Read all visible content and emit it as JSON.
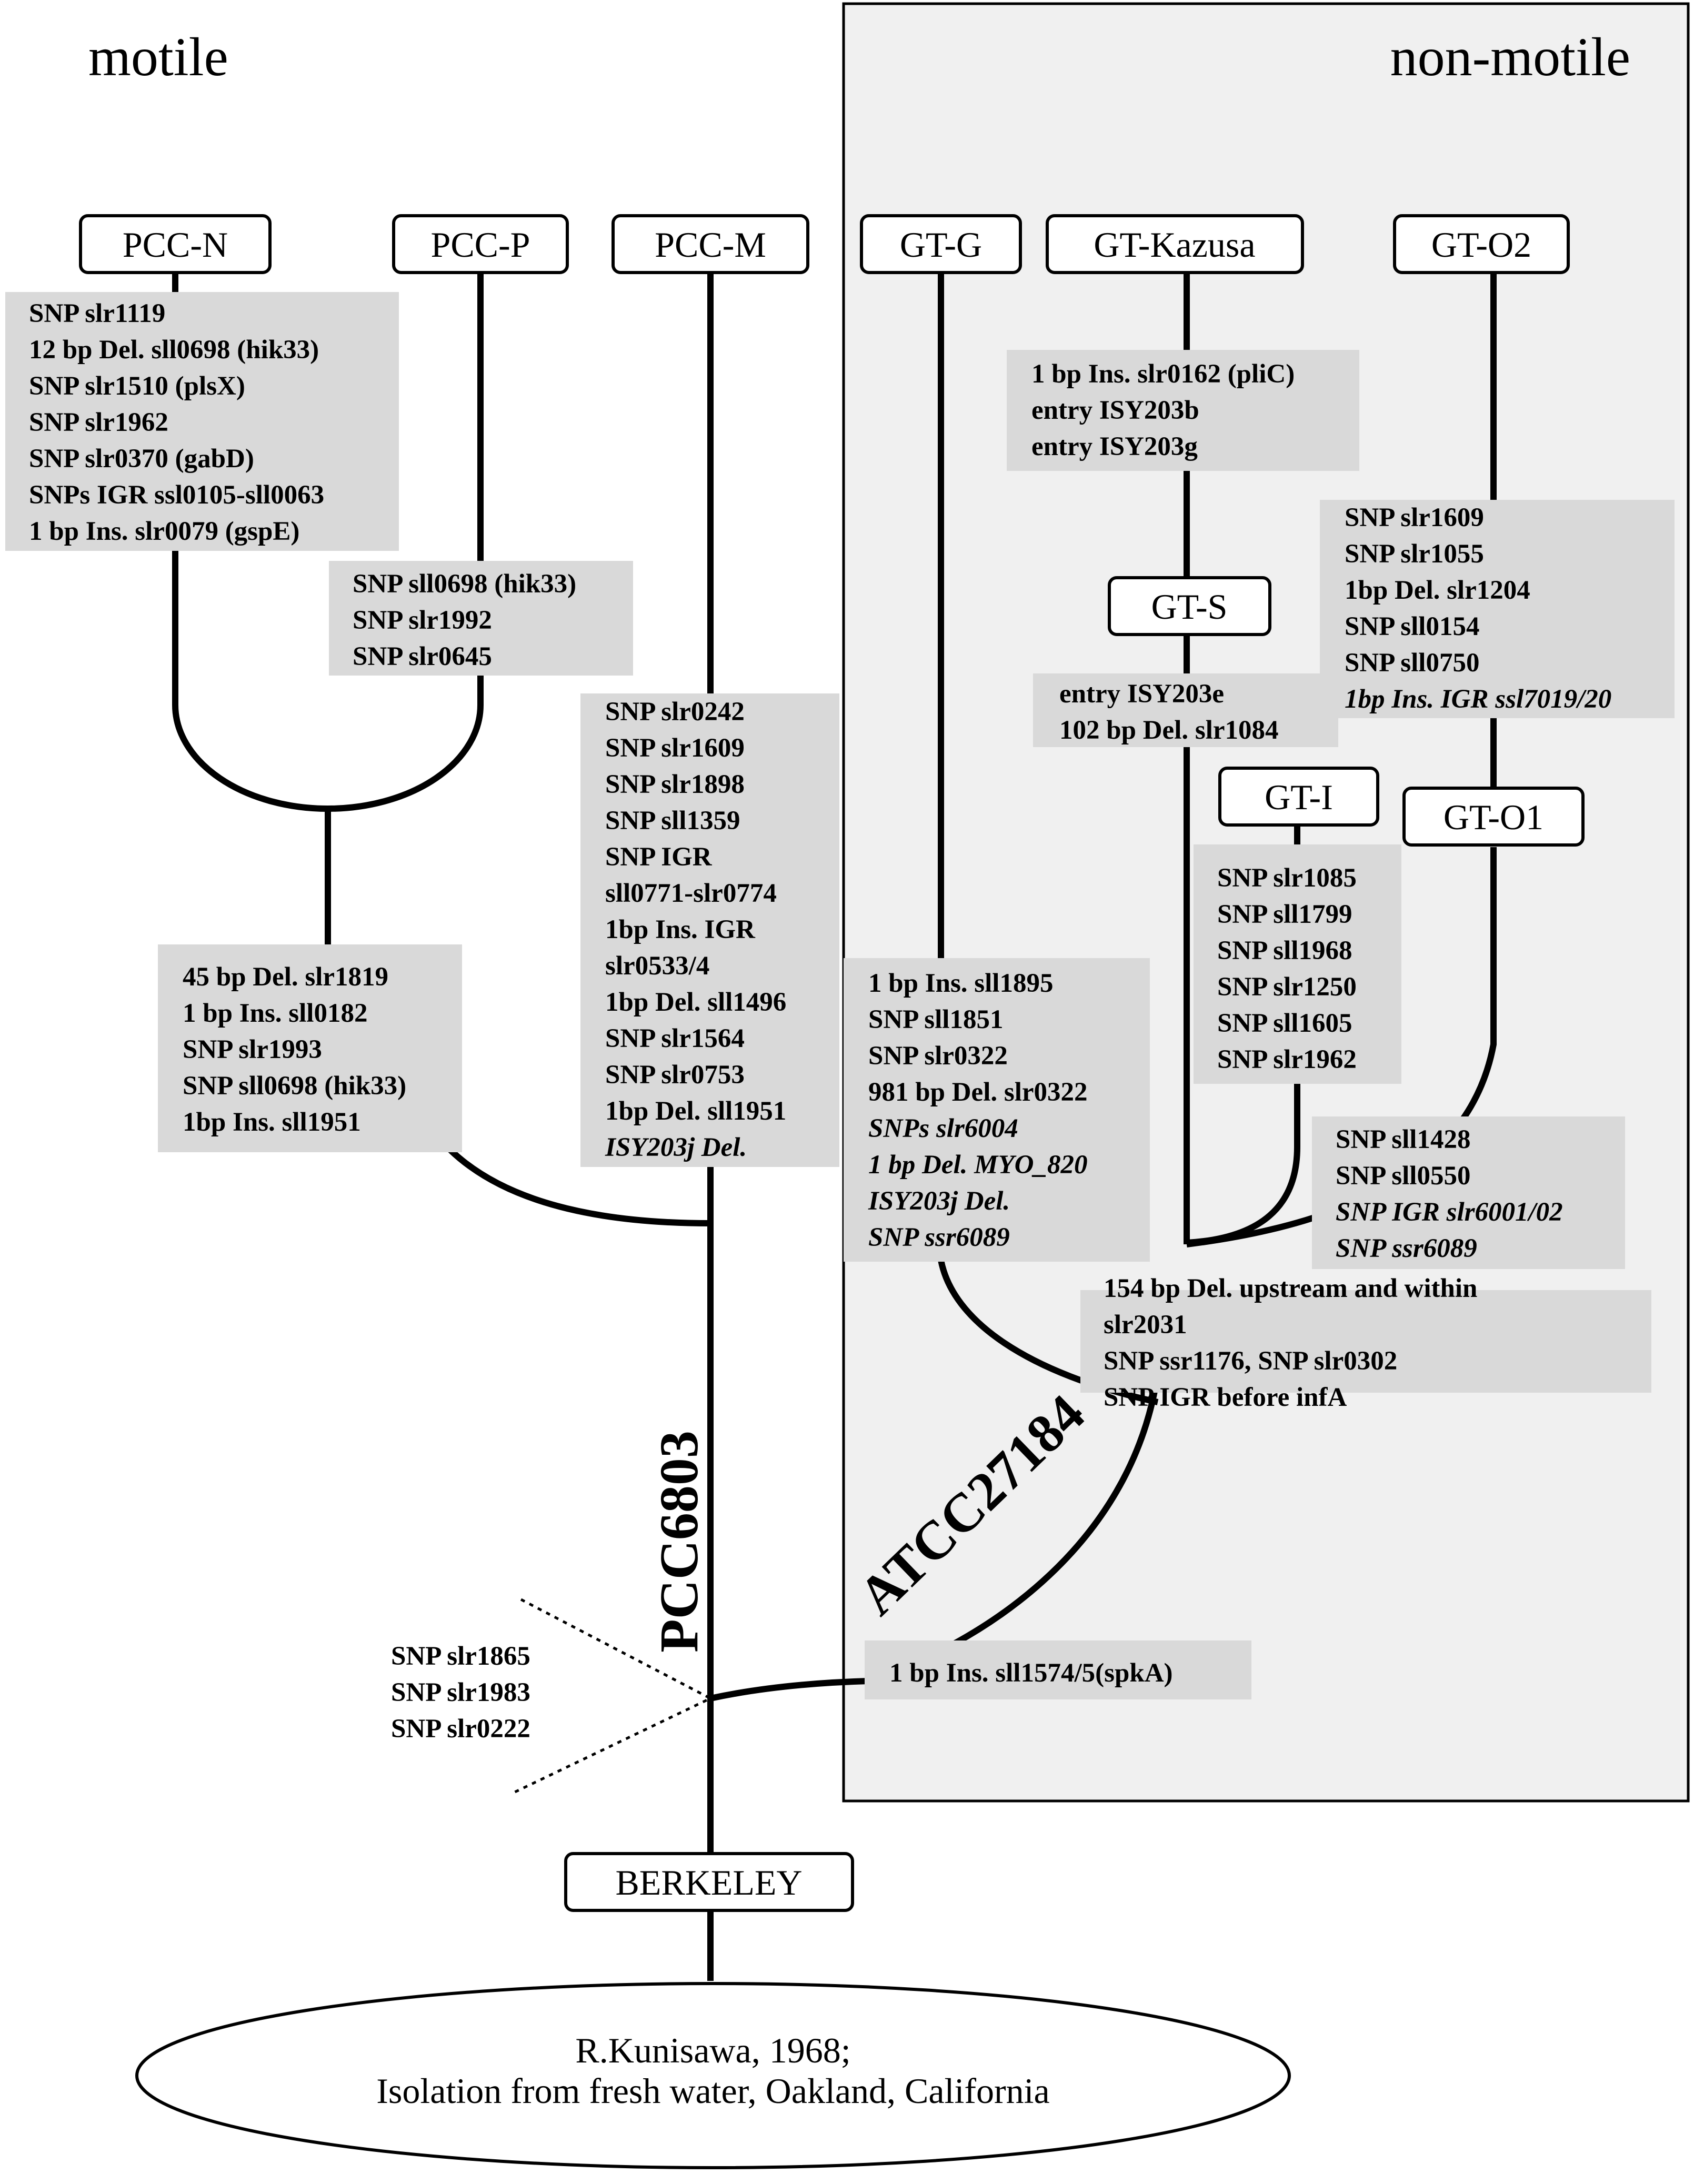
{
  "headers": {
    "motile": "motile",
    "non_motile": "non-motile"
  },
  "origin": {
    "line1": "R.Kunisawa, 1968;",
    "line2": "Isolation from fresh water, Oakland, California"
  },
  "base_node": "BERKELEY",
  "lineages": {
    "pcc": "PCC6803",
    "atcc": "ATCC27184"
  },
  "nodes": {
    "pcc_n": "PCC-N",
    "pcc_p": "PCC-P",
    "pcc_m": "PCC-M",
    "gt_g": "GT-G",
    "gt_kazusa": "GT-Kazusa",
    "gt_o2": "GT-O2",
    "gt_s": "GT-S",
    "gt_i": "GT-I",
    "gt_o1": "GT-O1"
  },
  "notes": {
    "pcc_n": [
      "SNP slr1119",
      "12 bp Del. sll0698 (hik33)",
      "SNP slr1510 (plsX)",
      "SNP slr1962",
      "SNP slr0370 (gabD)",
      "SNPs IGR ssl0105-sll0063",
      "1 bp Ins. slr0079 (gspE)"
    ],
    "pcc_p": [
      "SNP sll0698 (hik33)",
      "SNP slr1992",
      "SNP slr0645"
    ],
    "pcc_np": [
      "45 bp Del. slr1819",
      "1 bp Ins. sll0182",
      "SNP slr1993",
      "SNP sll0698 (hik33)",
      "1bp Ins. sll1951"
    ],
    "pcc_m": [
      "SNP slr0242",
      "SNP slr1609",
      "SNP slr1898",
      "SNP sll1359",
      "SNP IGR",
      "sll0771-slr0774",
      "1bp Ins. IGR",
      "slr0533/4",
      "1bp Del. sll1496",
      "SNP slr1564",
      "SNP slr0753",
      "1bp Del. sll1951",
      "ISY203j Del."
    ],
    "gt_kazusa": [
      "1 bp Ins. slr0162 (pliC)",
      "entry ISY203b",
      "entry ISY203g"
    ],
    "gt_o2": [
      "SNP slr1609",
      "SNP slr1055",
      "1bp Del. slr1204",
      "SNP sll0154",
      "SNP sll0750",
      "1bp Ins. IGR ssl7019/20"
    ],
    "gt_s": [
      "entry ISY203e",
      "102 bp Del. slr1084"
    ],
    "gt_i": [
      "SNP slr1085",
      "SNP sll1799",
      "SNP sll1968",
      "SNP slr1250",
      "SNP sll1605",
      "SNP slr1962"
    ],
    "gt_g": [
      "1 bp Ins. sll1895",
      "SNP sll1851",
      "SNP slr0322",
      "981 bp Del. slr0322",
      "SNPs slr6004",
      "1 bp Del. MYO_820",
      "ISY203j Del.",
      "SNP ssr6089"
    ],
    "gt_o1": [
      "SNP sll1428",
      "SNP sll0550",
      "SNP IGR slr6001/02",
      "SNP ssr6089"
    ],
    "gt_common": [
      "154 bp Del. upstream and within",
      "slr2031",
      "SNP ssr1176, SNP slr0302",
      "SNP IGR before infA"
    ],
    "atcc_root": [
      "1 bp Ins. sll1574/5(spkA)"
    ],
    "pcc_root": [
      "SNP slr1865",
      "SNP slr1983",
      "SNP slr0222"
    ]
  }
}
